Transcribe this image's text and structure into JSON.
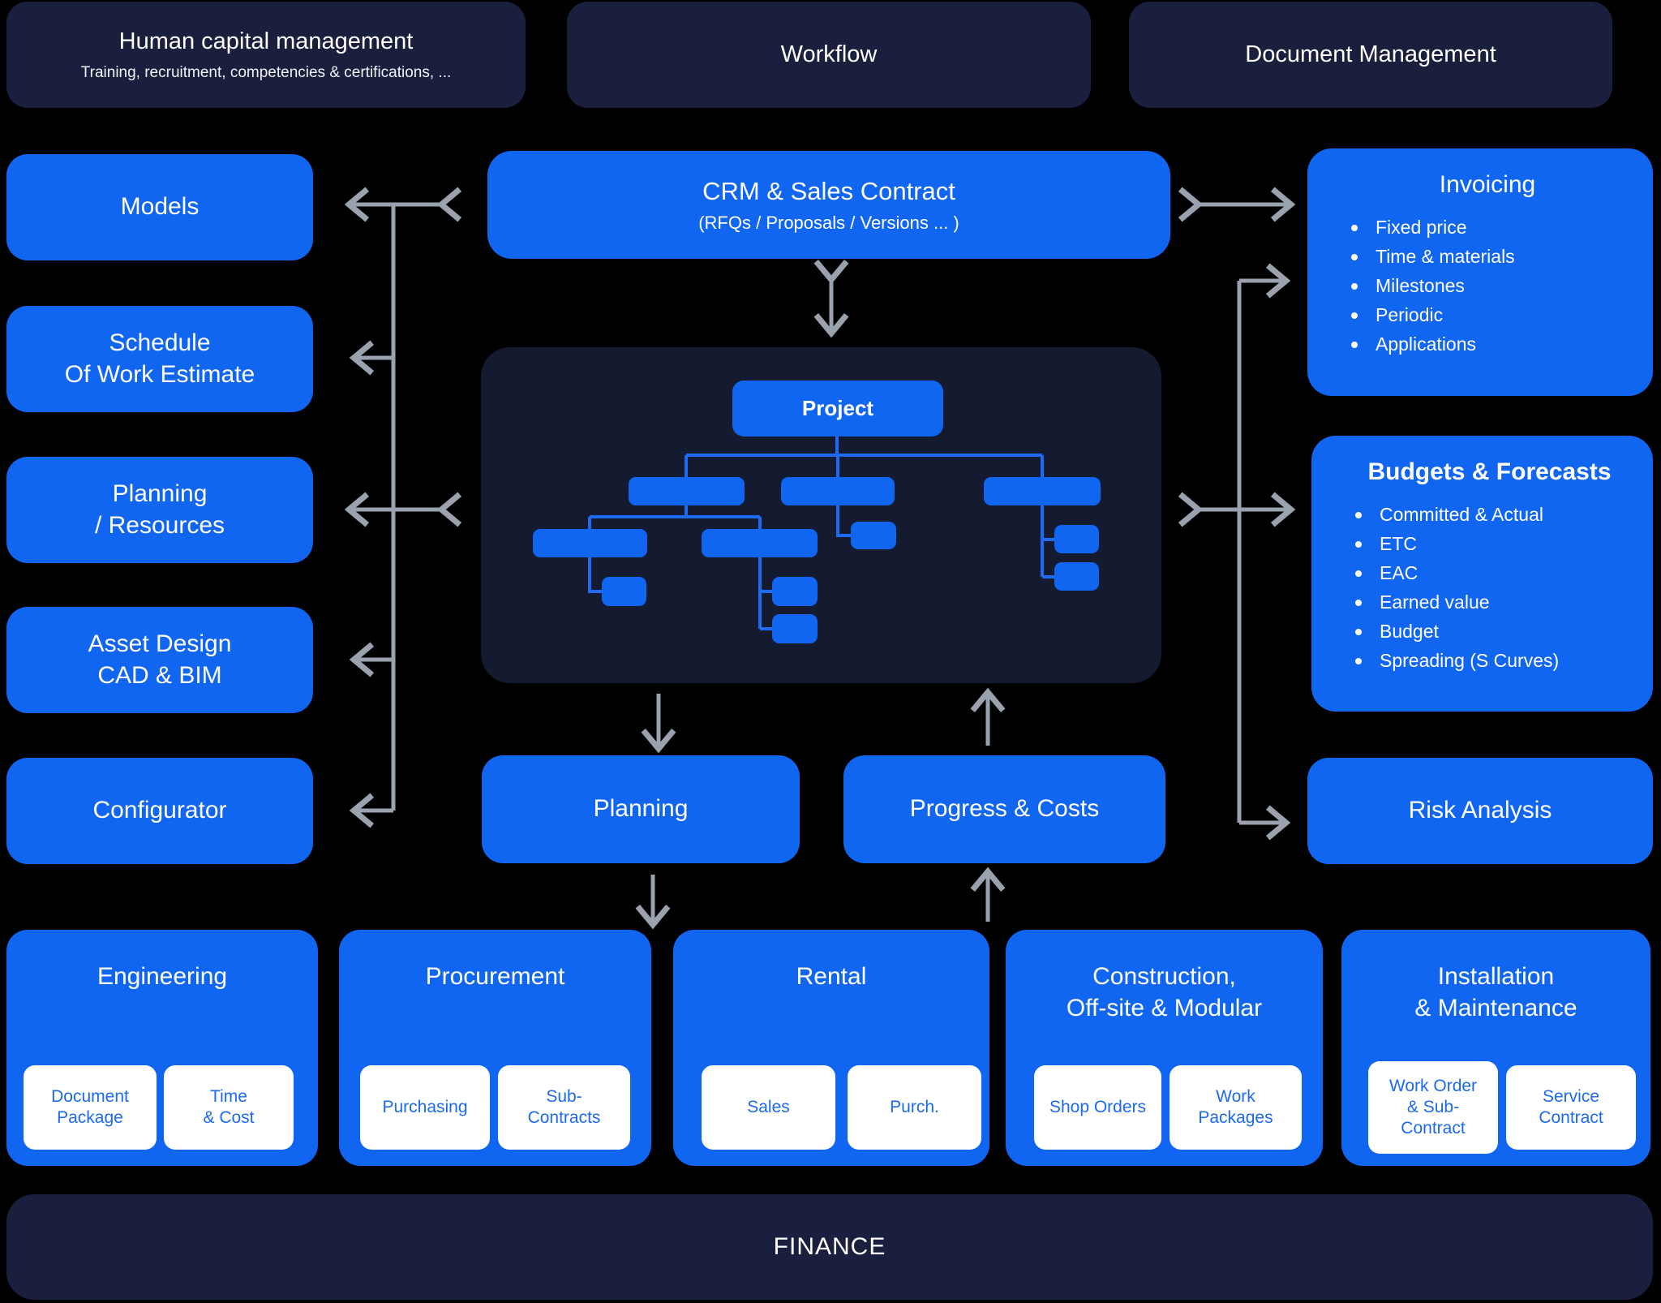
{
  "top_row": {
    "hcm": {
      "title": "Human capital management",
      "subtitle": "Training, recruitment, competencies & certifications, ..."
    },
    "workflow": {
      "title": "Workflow"
    },
    "document_management": {
      "title": "Document Management"
    }
  },
  "left_column": {
    "models": {
      "label": "Models"
    },
    "schedule": {
      "label": "Schedule\nOf Work Estimate"
    },
    "planning_resources": {
      "label": "Planning\n/ Resources"
    },
    "asset_design": {
      "label": "Asset Design\nCAD & BIM"
    },
    "configurator": {
      "label": "Configurator"
    }
  },
  "crm": {
    "title": "CRM & Sales Contract",
    "subtitle": "(RFQs / Proposals / Versions ... )"
  },
  "project_tree": {
    "root_label": "Project"
  },
  "right_column": {
    "invoicing": {
      "title": "Invoicing",
      "items": [
        "Fixed price",
        "Time & materials",
        "Milestones",
        "Periodic",
        "Applications"
      ]
    },
    "budgets": {
      "title": "Budgets & Forecasts",
      "items": [
        "Committed & Actual",
        "ETC",
        "EAC",
        "Earned value",
        "Budget",
        "Spreading (S Curves)"
      ]
    },
    "risk": {
      "label": "Risk Analysis"
    }
  },
  "mid_row": {
    "planning": {
      "label": "Planning"
    },
    "progress_costs": {
      "label": "Progress & Costs"
    }
  },
  "bottom_row": {
    "engineering": {
      "title": "Engineering",
      "subs": [
        "Document\nPackage",
        "Time\n& Cost"
      ]
    },
    "procurement": {
      "title": "Procurement",
      "subs": [
        "Purchasing",
        "Sub-\nContracts"
      ]
    },
    "rental": {
      "title": "Rental",
      "subs": [
        "Sales",
        "Purch."
      ]
    },
    "construction": {
      "title": "Construction,\nOff-site & Modular",
      "subs": [
        "Shop Orders",
        "Work\nPackages"
      ]
    },
    "installation": {
      "title": "Installation\n& Maintenance",
      "subs": [
        "Work Order\n& Sub-\nContract",
        "Service\nContract"
      ]
    }
  },
  "finance": {
    "label": "FINANCE"
  },
  "colors": {
    "background": "#000000",
    "accent_blue": "#1166f1",
    "dark_navy": "#1a1f3e",
    "panel_navy": "#141a2f",
    "arrow_gray": "#9aa2b0",
    "connector_blue": "#1d6bf2",
    "sub_label_blue": "#1c69f2"
  }
}
